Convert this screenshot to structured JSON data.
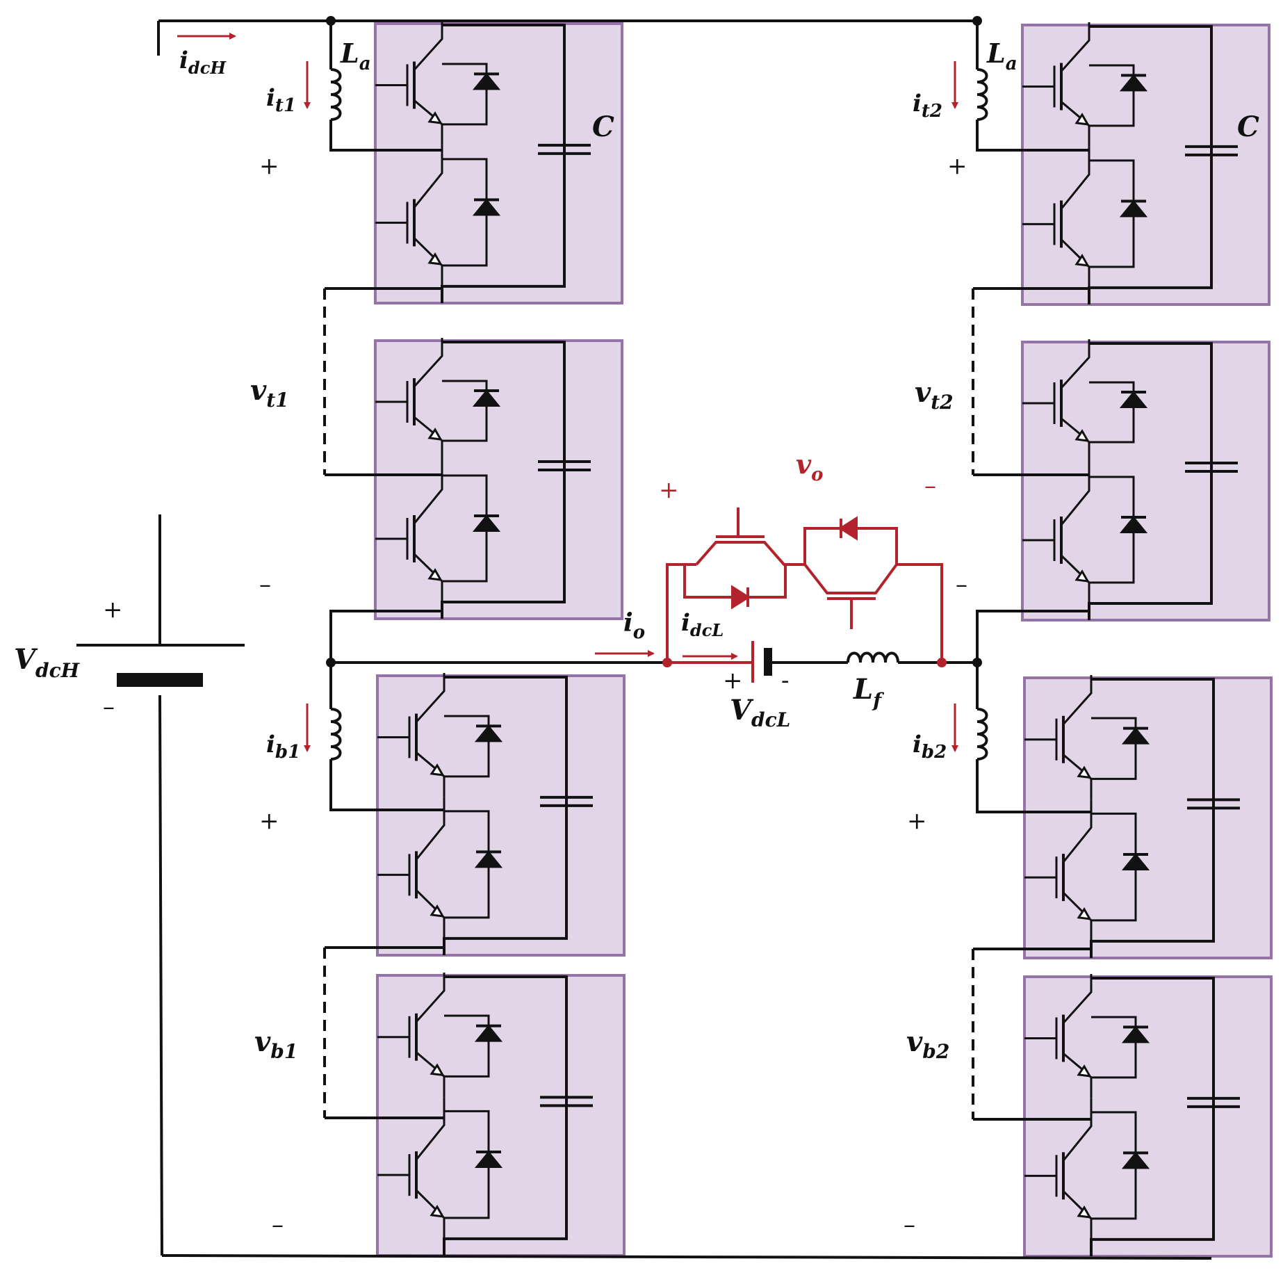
{
  "colors": {
    "wire": "#111111",
    "accent": "#b3232b",
    "module_fill": "#e1d5e7",
    "module_stroke": "#9673a6"
  },
  "labels": {
    "idcH": {
      "main": "i",
      "sub": "dcH"
    },
    "VdcH": {
      "main": "V",
      "sub": "dcH"
    },
    "La_left": {
      "main": "L",
      "sub": "a"
    },
    "La_right": {
      "main": "L",
      "sub": "a"
    },
    "C_left": "C",
    "C_right": "C",
    "it1": {
      "main": "i",
      "sub": "t1"
    },
    "it2": {
      "main": "i",
      "sub": "t2"
    },
    "ib1": {
      "main": "i",
      "sub": "b1"
    },
    "ib2": {
      "main": "i",
      "sub": "b2"
    },
    "vt1": {
      "main": "v",
      "sub": "t1"
    },
    "vt2": {
      "main": "v",
      "sub": "t2"
    },
    "vb1": {
      "main": "v",
      "sub": "b1"
    },
    "vb2": {
      "main": "v",
      "sub": "b2"
    },
    "vo": {
      "main": "v",
      "sub": "o"
    },
    "io": {
      "main": "i",
      "sub": "o"
    },
    "idcL": {
      "main": "i",
      "sub": "dcL"
    },
    "VdcL": {
      "main": "V",
      "sub": "dcL"
    },
    "Lf": {
      "main": "L",
      "sub": "f"
    },
    "plus": "+",
    "minus": "–",
    "dash": "-"
  }
}
